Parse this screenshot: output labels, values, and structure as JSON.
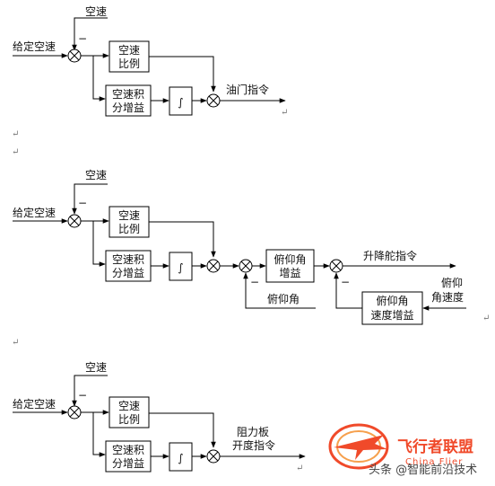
{
  "diagram1": {
    "input_label": "给定空速",
    "feedback_label": "空速",
    "minus_sign": "−",
    "block_prop_line1": "空速",
    "block_prop_line2": "比例",
    "block_int_line1": "空速积",
    "block_int_line2": "分增益",
    "integrator_symbol": "∫",
    "output_label": "油门指令"
  },
  "diagram2": {
    "input_label": "给定空速",
    "feedback_label": "空速",
    "minus_sign": "−",
    "block_prop_line1": "空速",
    "block_prop_line2": "比例",
    "block_int_line1": "空速积",
    "block_int_line2": "分增益",
    "integrator_symbol": "∫",
    "pitch_feedback_label": "俯仰角",
    "pitch_block_line1": "俯仰角",
    "pitch_block_line2": "增益",
    "output_label": "升降舵指令",
    "rate_input_line1": "俯仰",
    "rate_input_line2": "角速度",
    "rate_block_line1": "俯仰角",
    "rate_block_line2": "速度增益"
  },
  "diagram3": {
    "input_label": "给定空速",
    "feedback_label": "空速",
    "minus_sign": "−",
    "block_prop_line1": "空速",
    "block_prop_line2": "比例",
    "block_int_line1": "空速积",
    "block_int_line2": "分增益",
    "integrator_symbol": "∫",
    "output_line1": "阻力板",
    "output_line2": "开度指令"
  },
  "paragraph_mark": "↵",
  "watermark": {
    "brand": "飞行者联盟",
    "sub": "China Flier",
    "caption": "头条 @智能前沿技术"
  }
}
